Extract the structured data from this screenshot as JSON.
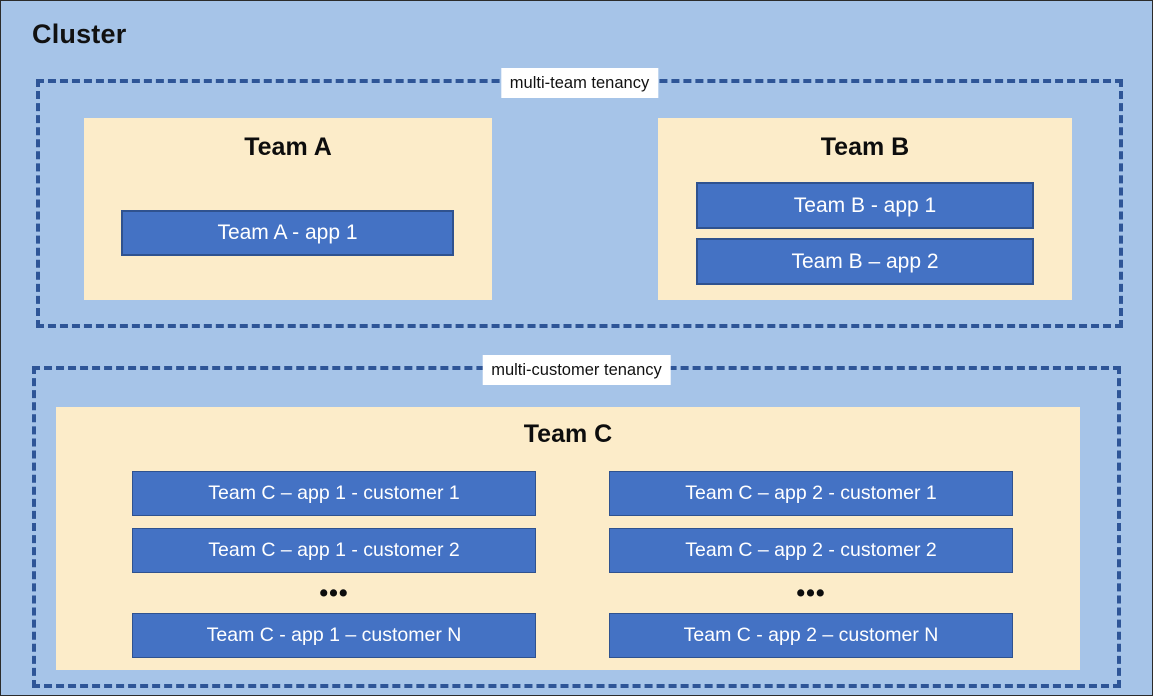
{
  "diagram": {
    "title": "Cluster",
    "background_color": "#a6c4e8",
    "accent_blue": "#4472c4",
    "accent_blue_border": "#2f528f",
    "panel_yellow": "#fcecc9",
    "dashed_border_color": "#2e5597"
  },
  "groups": [
    {
      "id": "multi-team",
      "label": "multi-team tenancy",
      "teams": [
        {
          "id": "team-a",
          "title": "Team A",
          "apps": [
            {
              "label": "Team A - app 1"
            }
          ]
        },
        {
          "id": "team-b",
          "title": "Team B",
          "apps": [
            {
              "label": "Team B - app 1"
            },
            {
              "label": "Team B – app 2"
            }
          ]
        }
      ]
    },
    {
      "id": "multi-customer",
      "label": "multi-customer tenancy",
      "teams": [
        {
          "id": "team-c",
          "title": "Team C",
          "columns": [
            {
              "id": "app-1",
              "items": [
                {
                  "label": "Team C – app 1 - customer 1"
                },
                {
                  "label": "Team C – app 1 - customer 2"
                }
              ],
              "ellipsis": "•••",
              "last": {
                "label": "Team C - app 1 – customer N"
              }
            },
            {
              "id": "app-2",
              "items": [
                {
                  "label": "Team C – app 2 - customer 1"
                },
                {
                  "label": "Team C – app 2 - customer 2"
                }
              ],
              "ellipsis": "•••",
              "last": {
                "label": "Team C - app 2 – customer N"
              }
            }
          ]
        }
      ]
    }
  ]
}
